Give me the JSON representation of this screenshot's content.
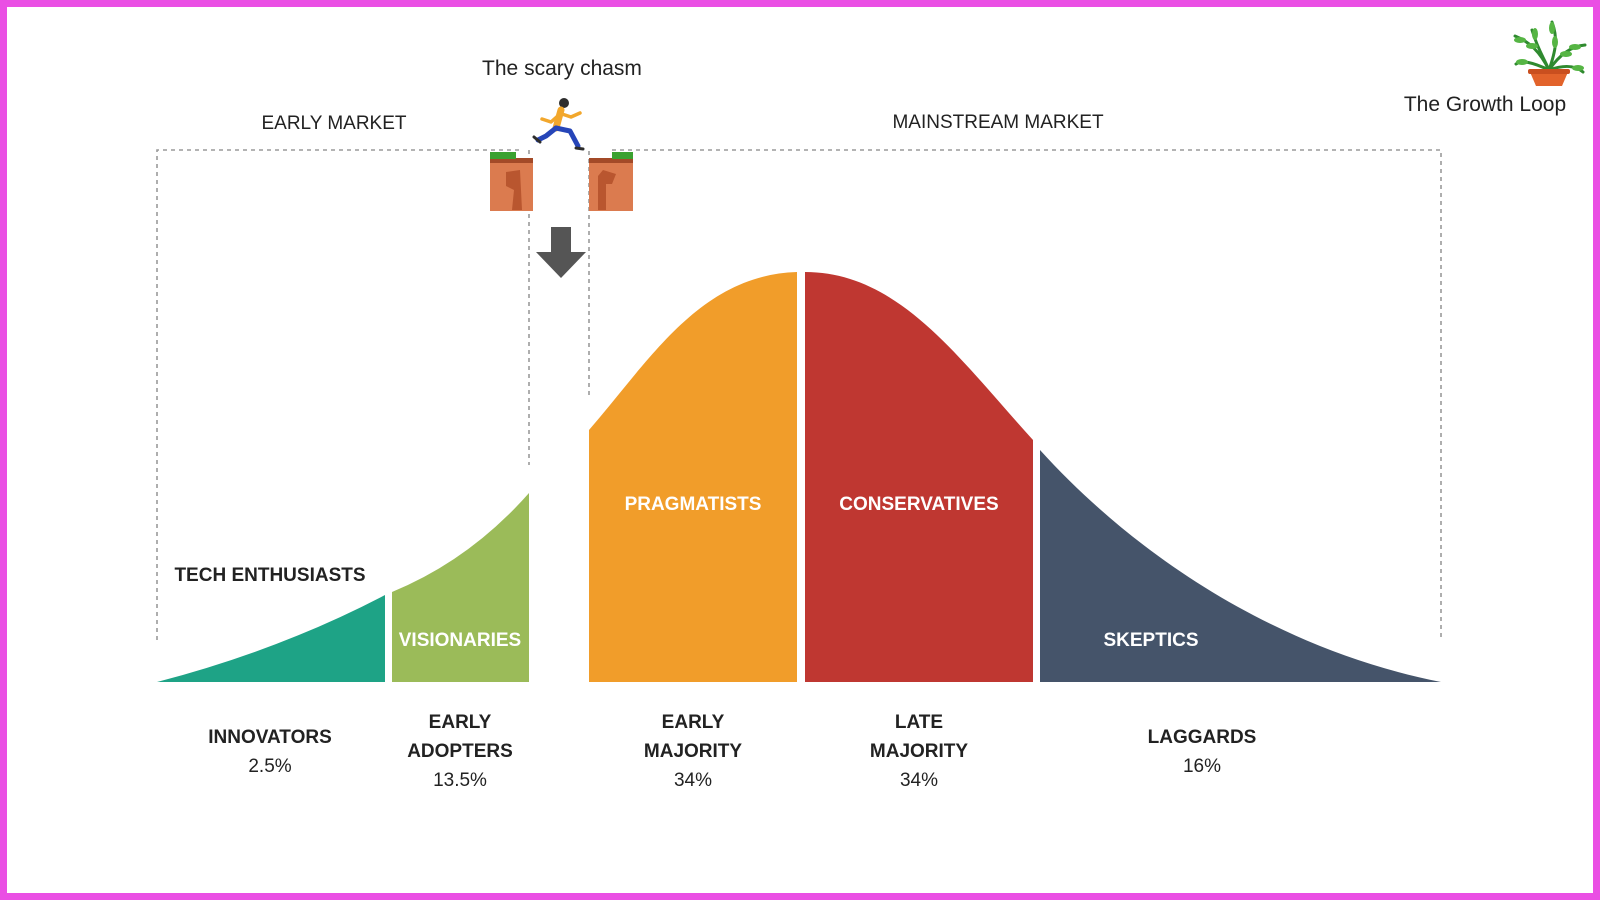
{
  "header": {
    "chasm_caption": "The scary chasm",
    "brand_name": "The Growth Loop"
  },
  "markets": {
    "early": "EARLY MARKET",
    "mainstream": "MAINSTREAM MARKET"
  },
  "segments": [
    {
      "inner_label": "TECH ENTHUSIASTS",
      "group_line1": "INNOVATORS",
      "group_line2": "",
      "percent": "2.5%",
      "color": "#1ea386"
    },
    {
      "inner_label": "VISIONARIES",
      "group_line1": "EARLY",
      "group_line2": "ADOPTERS",
      "percent": "13.5%",
      "color": "#9bbb59"
    },
    {
      "inner_label": "PRAGMATISTS",
      "group_line1": "EARLY",
      "group_line2": "MAJORITY",
      "percent": "34%",
      "color": "#f19d2a"
    },
    {
      "inner_label": "CONSERVATIVES",
      "group_line1": "LATE",
      "group_line2": "MAJORITY",
      "percent": "34%",
      "color": "#bf3731"
    },
    {
      "inner_label": "SKEPTICS",
      "group_line1": "LAGGARDS",
      "group_line2": "",
      "percent": "16%",
      "color": "#45546a"
    }
  ],
  "icons": {
    "plant": "potted-plant-icon",
    "runner": "running-person-icon",
    "cliff": "cliff-icon",
    "arrow": "down-arrow-icon"
  }
}
